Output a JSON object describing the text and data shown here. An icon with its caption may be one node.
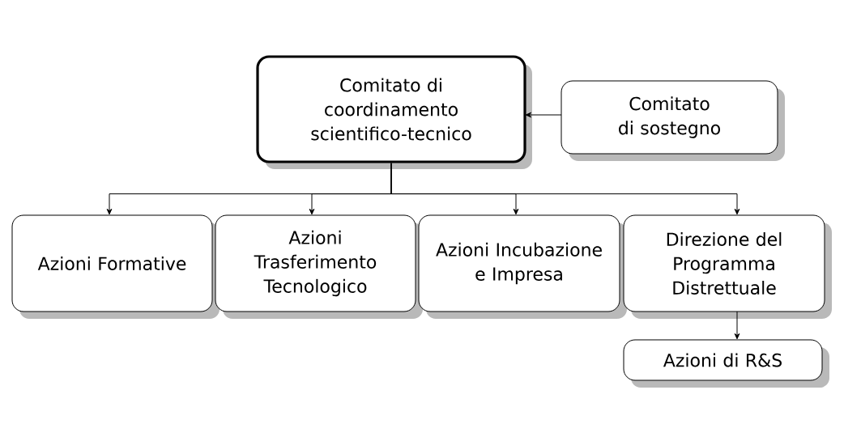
{
  "diagram": {
    "nodes": [
      {
        "text": [
          "Comitato di coordinamento scientifico-tecnico"
        ]
      },
      {
        "text": [
          "Comitato di sostegno"
        ]
      },
      {
        "text": [
          "Azioni Formative"
        ]
      },
      {
        "text": [
          "Azioni Trasferimento Tecnologico"
        ]
      },
      {
        "text": [
          "Azioni Incubazione e Impresa"
        ]
      },
      {
        "text": [
          "Direzione del Programma Distrettuale"
        ]
      },
      {
        "text": [
          "Azioni di R&S"
        ]
      }
    ],
    "edges": [
      {
        "from": 1,
        "to": 0,
        "arrow": "to"
      },
      {
        "from": 0,
        "to": 2,
        "arrow": "to"
      },
      {
        "from": 0,
        "to": 3,
        "arrow": "to"
      },
      {
        "from": 0,
        "to": 4,
        "arrow": "to"
      },
      {
        "from": 0,
        "to": 5,
        "arrow": "to"
      },
      {
        "from": 5,
        "to": 6,
        "arrow": "to"
      }
    ]
  }
}
